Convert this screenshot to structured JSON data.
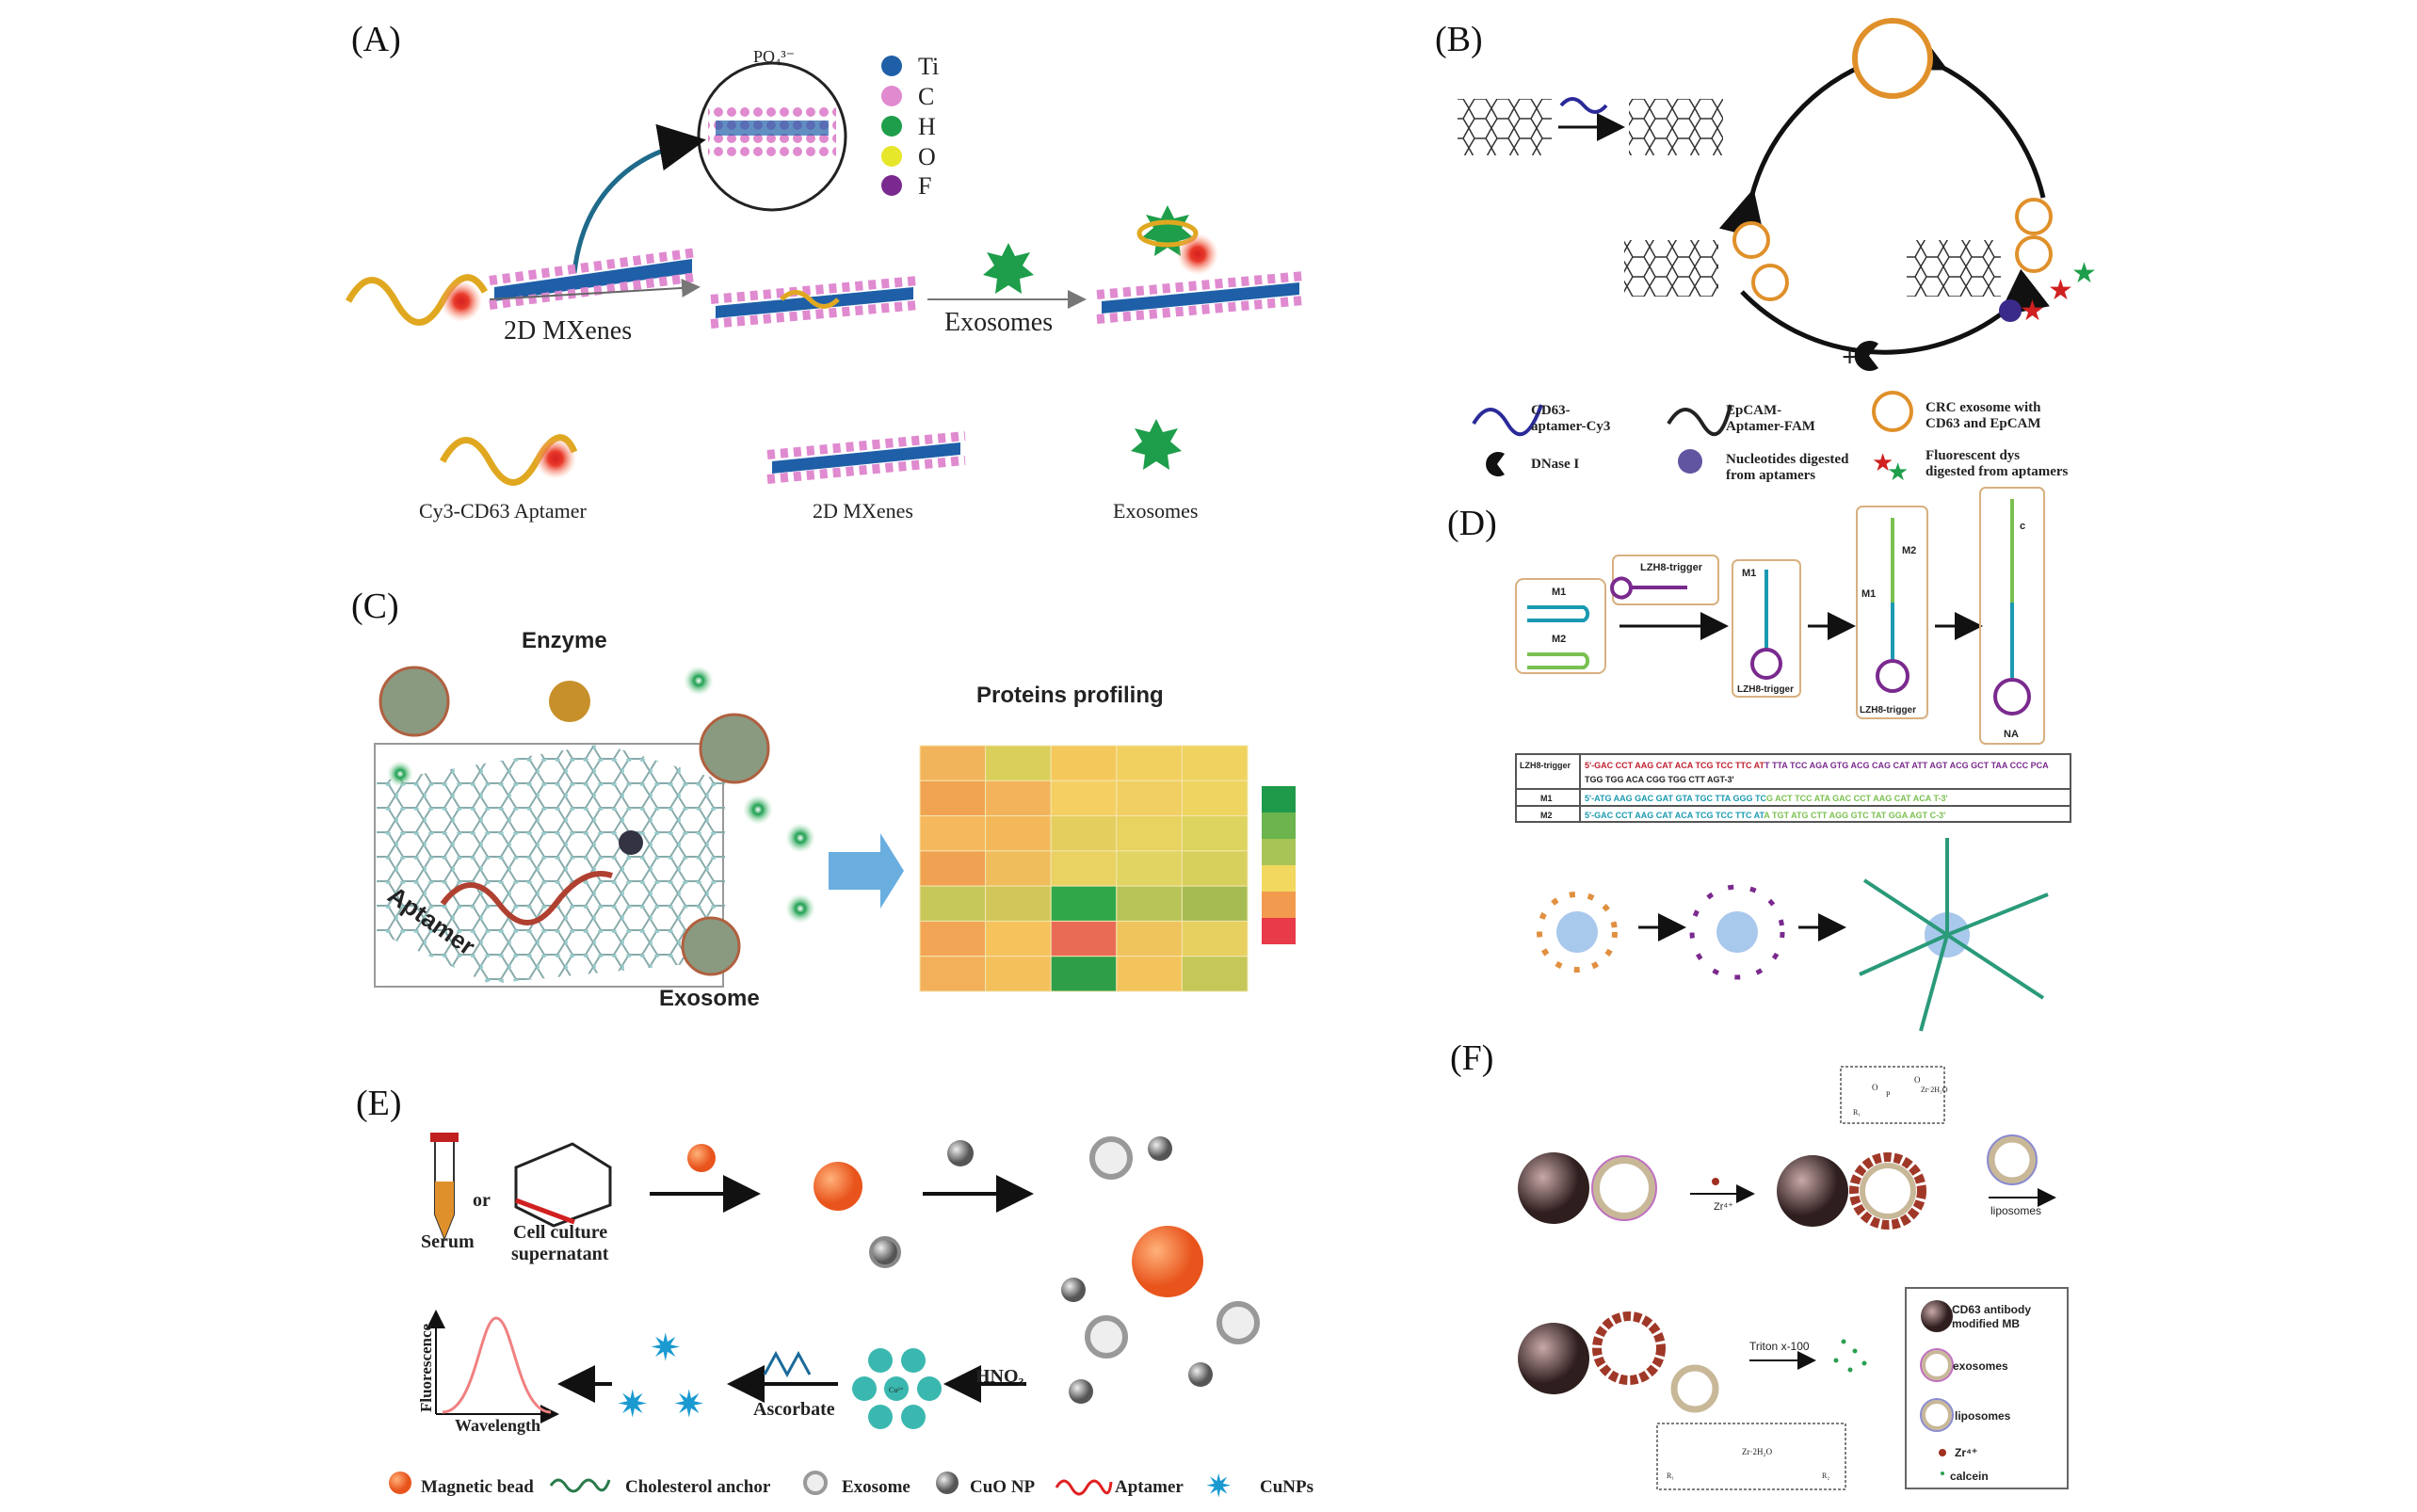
{
  "panels": {
    "A": {
      "label": "(A)",
      "elements": [
        "Ti",
        "C",
        "H",
        "O",
        "F"
      ],
      "element_colors": [
        "#1f5fa8",
        "#e08ad0",
        "#1e9e4a",
        "#e6e62a",
        "#7a2a8e"
      ],
      "inset_ion": "PO₄³⁻",
      "step1": "2D MXenes",
      "step2": "Exosomes",
      "legend": [
        "Cy3-CD63 Aptamer",
        "2D MXenes",
        "Exosomes"
      ]
    },
    "B": {
      "label": "(B)",
      "plus": "+",
      "legend": {
        "cd63_1": "CD63-",
        "cd63_2": "aptamer-Cy3",
        "epcam_1": "EpCAM-",
        "epcam_2": "Aptamer-FAM",
        "crc_1": "CRC exosome with",
        "crc_2": "CD63 and EpCAM",
        "dnase": "DNase I",
        "nuc_1": "Nucleotides digested",
        "nuc_2": "from aptamers",
        "dye_1": "Fluorescent dys",
        "dye_2": "digested from aptamers"
      }
    },
    "C": {
      "label": "(C)",
      "enzyme": "Enzyme",
      "profiling": "Proteins profiling",
      "aptamer": "Aptamer",
      "exosome": "Exosome",
      "heatmap_colors": [
        [
          "#f2b45a",
          "#d9cf5a",
          "#f5c85c",
          "#f2d060",
          "#f0d35e"
        ],
        [
          "#f0a452",
          "#f2b35a",
          "#f4d062",
          "#f2cf62",
          "#eed560"
        ],
        [
          "#f5b85c",
          "#f3b85a",
          "#e4cf5e",
          "#e8d260",
          "#dcd45e"
        ],
        [
          "#f0a252",
          "#f0bd5c",
          "#e9d162",
          "#e2d462",
          "#d8d05c"
        ],
        [
          "#c6c85a",
          "#d2c65a",
          "#2fa84a",
          "#b8c458",
          "#a6bc52"
        ],
        [
          "#f2a655",
          "#f5c25c",
          "#ea6b55",
          "#f0c45c",
          "#e8d060"
        ],
        [
          "#f2b05a",
          "#f3c05c",
          "#2e9e48",
          "#f4c45c",
          "#c4c858"
        ]
      ],
      "scale_colors": [
        "#1f9a4a",
        "#6bb44e",
        "#a8c456",
        "#f2d85e",
        "#f29a4e",
        "#e83a48"
      ]
    },
    "D": {
      "label": "(D)",
      "m1": "M1",
      "m2": "M2",
      "trigger": "LZH8-trigger",
      "na": "NA",
      "c": "c",
      "table": [
        {
          "name": "LZH8-trigger",
          "seq1": "5'-GAC CCT AAG CAT ACA TCG TCC TTC AT",
          "seq2": "T TTA TCC AGA GTG ACG CAG CAT ATT AGT ACG GCT TAA CCC PCA",
          "seq3": "TGG TGG ACA CGG TGG CTT AGT-3'"
        },
        {
          "name": "M1",
          "seq1": "5'-ATG AAG GAC GAT GTA TGC TTA GGG TC",
          "seq2": "G ACT TCC ATA GAC CCT AAG CAT ACA T-3'"
        },
        {
          "name": "M2",
          "seq1": "5'-GAC CCT AAG CAT ACA TCG TCC TTC AT",
          "seq2": "A TGT ATG CTT AGG GTC TAT GGA AGT C-3'"
        }
      ]
    },
    "E": {
      "label": "(E)",
      "serum": "Serum",
      "or": "or",
      "cell_1": "Cell culture",
      "cell_2": "supernatant",
      "hno3": "HNO₃",
      "ascorbate": "Ascorbate",
      "cu": "Cu²⁺",
      "ylabel": "Fluorescence",
      "xlabel": "Wavelength",
      "legend": [
        "Magnetic bead",
        "Cholesterol anchor",
        "Exosome",
        "CuO NP",
        "Aptamer",
        "CuNPs"
      ]
    },
    "F": {
      "label": "(F)",
      "zr": "Zr⁴⁺",
      "liposomes_step": "liposomes",
      "triton": "Triton x-100",
      "chem": {
        "zr": "Zr·2H₂O",
        "o": "O",
        "p": "P",
        "r1": "R₁",
        "r2": "R₂"
      },
      "legend": {
        "mb_1": "CD63  antibody",
        "mb_2": "modified MB",
        "exo": "exosomes",
        "lipo": "liposomes",
        "zr": "Zr⁴⁺",
        "calcein": "calcein"
      }
    }
  }
}
